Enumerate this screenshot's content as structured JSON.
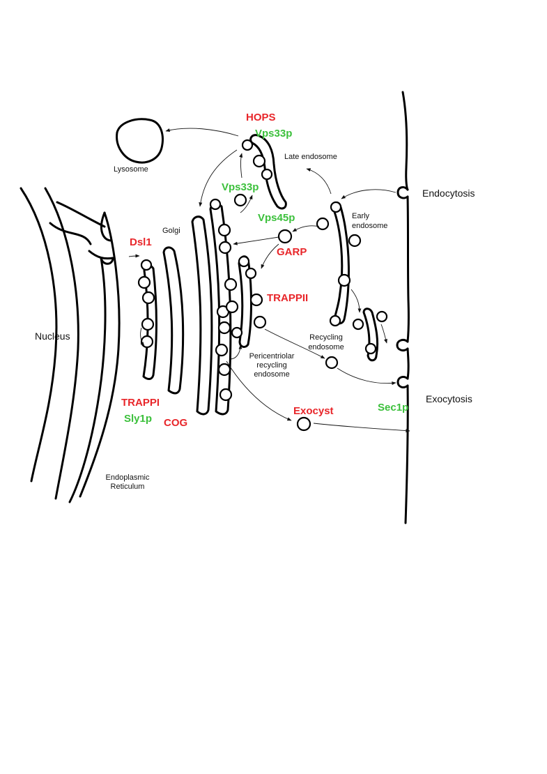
{
  "compartments": {
    "lysosome": "Lysosome",
    "late_endosome": "Late endosome",
    "early_endosome": "Early\nendosome",
    "golgi": "Golgi",
    "nucleus": "Nucleus",
    "recycling_endosome": "Recycling\nendosome",
    "pericentriolar_endosome": "Pericentriolar\nrecycling\nendosome",
    "er": "Endoplasmic\nReticulum"
  },
  "processes": {
    "endocytosis": "Endocytosis",
    "exocytosis": "Exocytosis"
  },
  "tethering_complexes": {
    "hops": "HOPS",
    "dsl1": "Dsl1",
    "garp": "GARP",
    "trappii": "TRAPPII",
    "trappi": "TRAPPI",
    "cog": "COG",
    "exocyst": "Exocyst"
  },
  "sm_proteins": {
    "vps33p_top": "Vps33p",
    "vps33p_mid": "Vps33p",
    "vps45p": "Vps45p",
    "sly1p": "Sly1p",
    "sec1p": "Sec1p"
  },
  "colors": {
    "tethering_complex": "#e8262a",
    "sm_protein": "#3cc03c",
    "line": "#000000"
  }
}
